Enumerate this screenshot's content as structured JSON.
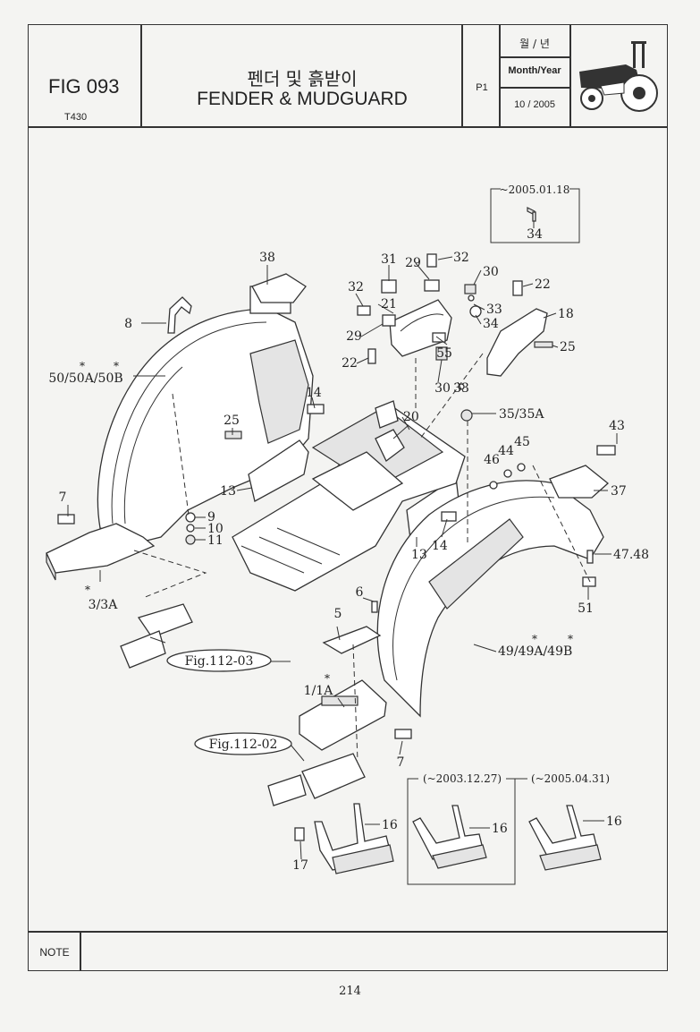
{
  "header": {
    "fig_number": "FIG 093",
    "model": "T430",
    "title_ko": "펜더 및 흙받이",
    "title_en": "FENDER & MUDGUARD",
    "page_code": "P1",
    "date_ko": "월 / 년",
    "date_label": "Month/Year",
    "date_value": "10 / 2005"
  },
  "note_label": "NOTE",
  "page_number": "214",
  "insets": {
    "inset_2005": "~2005.01.18",
    "inset_a": "(~2003.12.27)",
    "inset_b": "(~2005.04.31)"
  },
  "refs": {
    "fig_112_03": "Fig.112-03",
    "fig_112_02": "Fig.112-02"
  },
  "labels": {
    "p1": "1/1A",
    "p3": "3/3A",
    "p5": "5",
    "p6": "6",
    "p7a": "7",
    "p7b": "7",
    "p8": "8",
    "p9": "9",
    "p10": "10",
    "p11": "11",
    "p13a": "13",
    "p13b": "13",
    "p14a": "14",
    "p14b": "14",
    "p16a": "16",
    "p16b": "16",
    "p16c": "16",
    "p17": "17",
    "p18": "18",
    "p20": "20",
    "p21": "21",
    "p22a": "22",
    "p22b": "22",
    "p25a": "25",
    "p25b": "25",
    "p29a": "29",
    "p29b": "29",
    "p30a": "30",
    "p30b": "30",
    "p31": "31",
    "p32a": "32",
    "p32b": "32",
    "p33a": "33",
    "p33b": "33",
    "p34a": "34",
    "p34b": "34",
    "p35": "35/35A",
    "p37": "37",
    "p38": "38",
    "p43": "43",
    "p44": "44",
    "p45": "45",
    "p46": "46",
    "p4748": "47.48",
    "p49": "49/49A/49B",
    "p50": "50/50A/50B",
    "p51": "51",
    "p55": "55"
  }
}
